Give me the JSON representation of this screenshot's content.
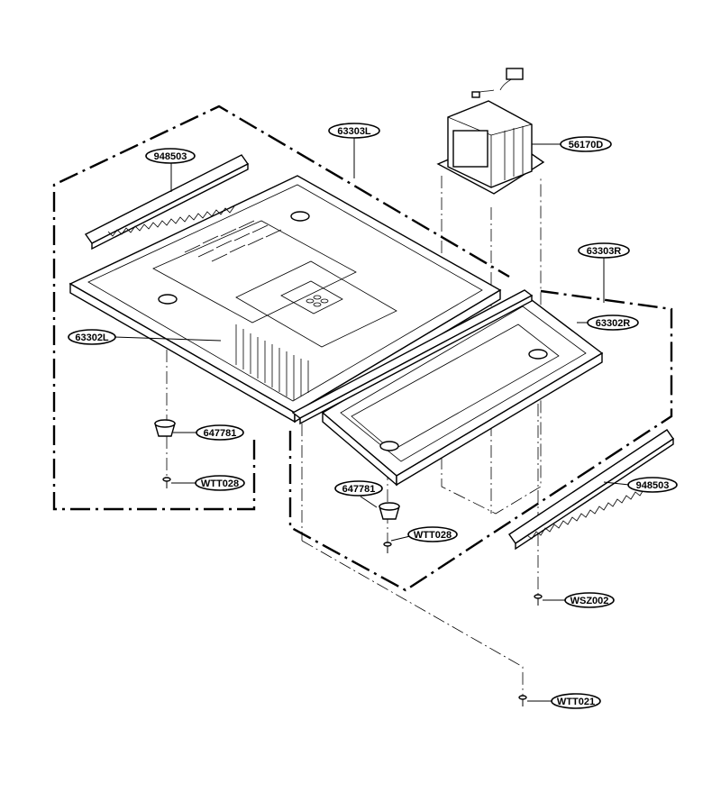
{
  "labels": {
    "left_bottom_plate_assy": "63303L",
    "left_bottom_plate": "63302L",
    "right_bottom_plate_assy": "63303R",
    "right_bottom_plate": "63302R",
    "transformer": "56170D",
    "seal_left": "948503",
    "seal_right": "948503",
    "foot_left": "647781",
    "foot_right": "647781",
    "screw_left": "WTT028",
    "screw_right": "WTT028",
    "screw_wsz": "WSZ002",
    "screw_wtt021": "WTT021"
  }
}
